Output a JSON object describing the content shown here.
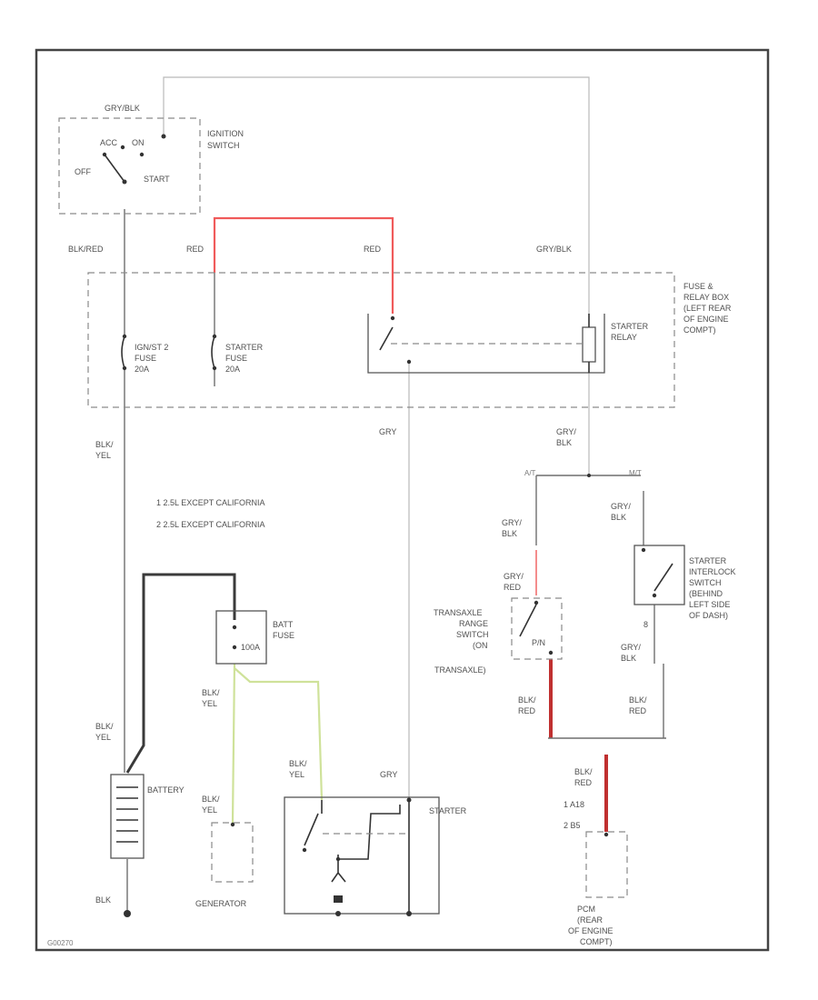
{
  "wire_colors": {
    "red": "#f05a5a",
    "blk_red": "#c03030",
    "blk_yel_generator": "#cfe29a",
    "default": "#6e6e6e"
  },
  "ignition": {
    "wire_top": "GRY/BLK",
    "name_1": "IGNITION",
    "name_2": "SWITCH",
    "pos_acc": "ACC",
    "pos_on": "ON",
    "pos_off": "OFF",
    "pos_start": "START"
  },
  "wires": {
    "blk_red_top": "BLK/RED",
    "red_left": "RED",
    "red_right": "RED",
    "gry_blk_top": "GRY/BLK",
    "blk_yel_left_1": "BLK/",
    "blk_yel_left_2": "YEL",
    "gry_mid": "GRY",
    "gry_blk_relay_1": "GRY/",
    "gry_blk_relay_2": "BLK",
    "blk_yel_batt_1": "BLK/",
    "blk_yel_batt_2": "YEL",
    "blk_yel_fuse_1": "BLK/",
    "blk_yel_fuse_2": "YEL",
    "blk_yel_gen_1": "BLK/",
    "blk_yel_gen_2": "YEL",
    "blk_yel_start_1": "BLK/",
    "blk_yel_start_2": "YEL",
    "gry_start": "GRY",
    "gry_blk_l_1": "GRY/",
    "gry_blk_l_2": "BLK",
    "gry_blk_r_1": "GRY/",
    "gry_blk_r_2": "BLK",
    "gry_red_1": "GRY/",
    "gry_red_2": "RED",
    "gry_blk_ir_1": "GRY/",
    "gry_blk_ir_2": "BLK",
    "blk_red_l_1": "BLK/",
    "blk_red_l_2": "RED",
    "blk_red_r_1": "BLK/",
    "blk_red_r_2": "RED",
    "blk_red_pcm_1": "BLK/",
    "blk_red_pcm_2": "RED",
    "split_at": "A/T",
    "split_mt": "M/T"
  },
  "fuse_box": {
    "line_1": "FUSE &",
    "line_2": "RELAY BOX",
    "line_3": "(LEFT REAR",
    "line_4": "OF ENGINE",
    "line_5": "COMPT)",
    "fuse_a_1": "IGN/ST 2",
    "fuse_a_2": "FUSE",
    "fuse_a_3": "20A",
    "fuse_b_1": "STARTER",
    "fuse_b_2": "FUSE",
    "fuse_b_3": "20A",
    "relay_1": "STARTER",
    "relay_2": "RELAY"
  },
  "notes": {
    "note_1": "1  2.5L EXCEPT CALIFORNIA",
    "note_2": "2  2.5L EXCEPT CALIFORNIA"
  },
  "batt_fuse": {
    "line_1": "BATT",
    "line_2": "FUSE",
    "amp": "100A"
  },
  "transaxle": {
    "line_1": "TRANSAXLE",
    "line_2": "RANGE",
    "line_3": "SWITCH",
    "line_4": "(ON",
    "line_5": "TRANSAXLE)",
    "pn": "P/N"
  },
  "interlock": {
    "line_1": "STARTER",
    "line_2": "INTERLOCK",
    "line_3": "SWITCH",
    "line_4": "(BEHIND",
    "line_5": "LEFT SIDE",
    "line_6": "OF DASH)",
    "pin": "8"
  },
  "battery": {
    "label": "BATTERY"
  },
  "generator": {
    "label": "GENERATOR"
  },
  "starter": {
    "label": "STARTER"
  },
  "ground": {
    "wire": "BLK"
  },
  "pcm": {
    "pin_1": "1  A18",
    "pin_2": "2  B5",
    "line_1": "PCM",
    "line_2": "(REAR",
    "line_3": "OF ENGINE",
    "line_4": "COMPT)"
  },
  "footer": {
    "code": "G00270"
  }
}
